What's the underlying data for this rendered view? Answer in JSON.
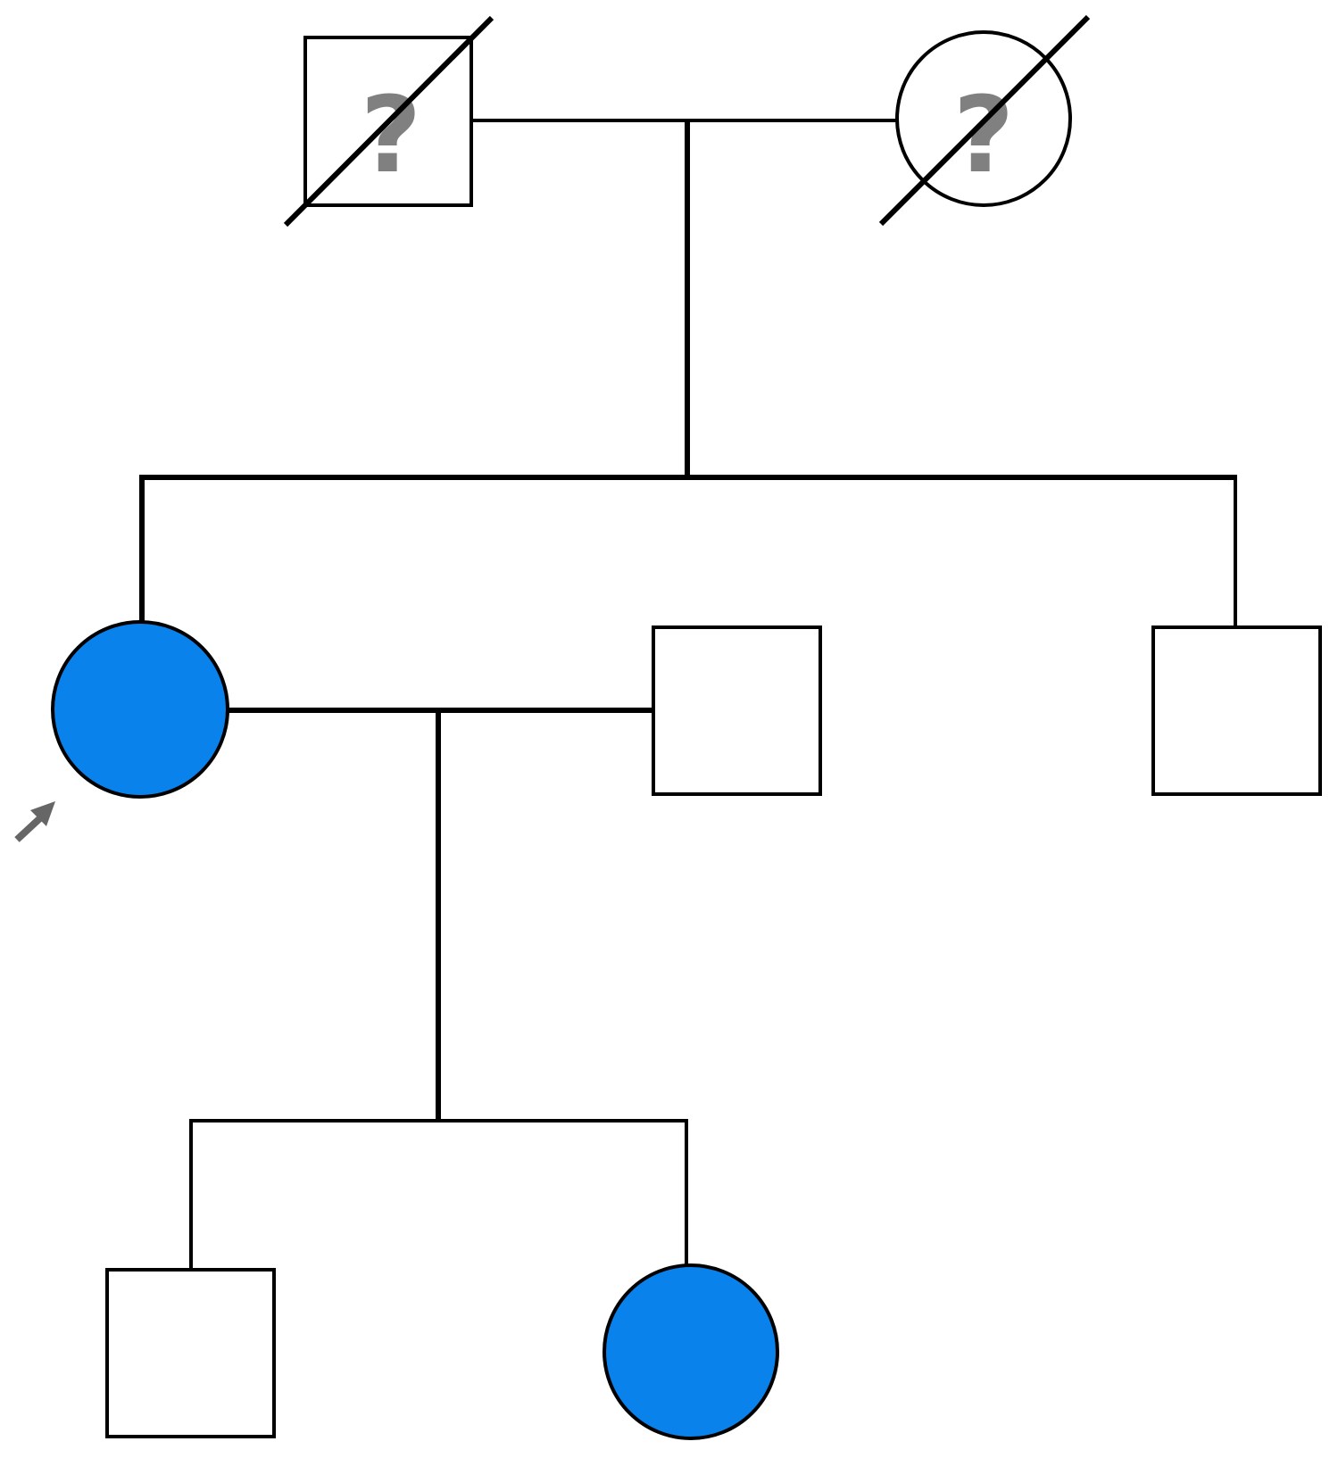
{
  "colors": {
    "affected": "#0a82ec",
    "unaffected": "#ffffff",
    "line": "#000000",
    "unknown_mark": "#808080",
    "proband_arrow": "#666666"
  },
  "individuals": {
    "grandfather": {
      "sex": "male",
      "status": "deceased",
      "affected": false,
      "mark": "?"
    },
    "grandmother": {
      "sex": "female",
      "status": "deceased",
      "affected": false,
      "mark": "?"
    },
    "proband": {
      "sex": "female",
      "status": "living",
      "affected": true,
      "proband": true
    },
    "spouse": {
      "sex": "male",
      "status": "living",
      "affected": false
    },
    "brother": {
      "sex": "male",
      "status": "living",
      "affected": false
    },
    "son": {
      "sex": "male",
      "status": "living",
      "affected": false
    },
    "daughter": {
      "sex": "female",
      "status": "living",
      "affected": true
    }
  }
}
